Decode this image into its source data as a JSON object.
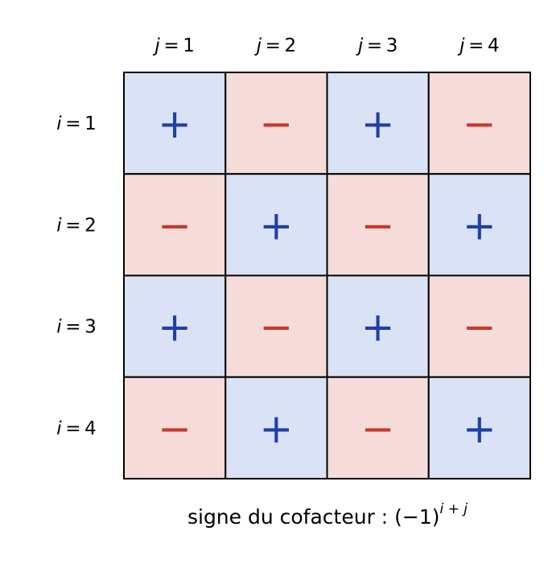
{
  "colors": {
    "positive_fill": "#dae2f5",
    "negative_fill": "#f6dcd9",
    "positive_sign": "#1f3fa8",
    "negative_sign": "#c8392b",
    "grid_line": "#000000"
  },
  "columns": [
    {
      "var": "j",
      "eq": "=",
      "num": "1"
    },
    {
      "var": "j",
      "eq": "=",
      "num": "2"
    },
    {
      "var": "j",
      "eq": "=",
      "num": "3"
    },
    {
      "var": "j",
      "eq": "=",
      "num": "4"
    }
  ],
  "rows": [
    {
      "var": "i",
      "eq": "=",
      "num": "1"
    },
    {
      "var": "i",
      "eq": "=",
      "num": "2"
    },
    {
      "var": "i",
      "eq": "=",
      "num": "3"
    },
    {
      "var": "i",
      "eq": "=",
      "num": "4"
    }
  ],
  "matrix": [
    [
      "+",
      "−",
      "+",
      "−"
    ],
    [
      "−",
      "+",
      "−",
      "+"
    ],
    [
      "+",
      "−",
      "+",
      "−"
    ],
    [
      "−",
      "+",
      "−",
      "+"
    ]
  ],
  "caption": {
    "text": "signe du cofacteur : (−1)",
    "superscript": "i + j"
  }
}
